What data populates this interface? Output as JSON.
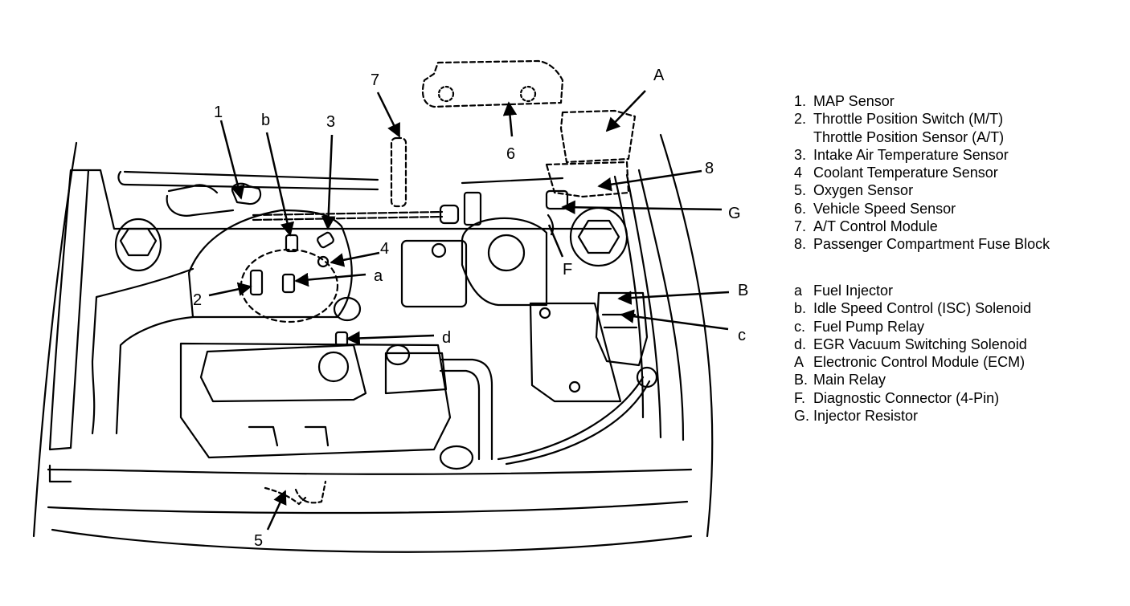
{
  "diagram": {
    "subject": "Engine compartment component locator",
    "callouts": {
      "c1": "1",
      "c2": "2",
      "c3": "3",
      "c4": "4",
      "c5": "5",
      "c6": "6",
      "c7": "7",
      "c8": "8",
      "ca": "a",
      "cb": "b",
      "cc": "c",
      "cd": "d",
      "cA": "A",
      "cB": "B",
      "cF": "F",
      "cG": "G"
    }
  },
  "legend": {
    "numbered": [
      {
        "key": "1.",
        "label": "MAP Sensor"
      },
      {
        "key": "2.",
        "label": "Throttle Position Switch (M/T)",
        "sub": "Throttle Position Sensor (A/T)"
      },
      {
        "key": "3.",
        "label": "Intake Air Temperature Sensor"
      },
      {
        "key": "4",
        "label": "Coolant Temperature Sensor"
      },
      {
        "key": "5.",
        "label": "Oxygen Sensor"
      },
      {
        "key": "6.",
        "label": "Vehicle Speed Sensor"
      },
      {
        "key": "7.",
        "label": "A/T Control Module"
      },
      {
        "key": "8.",
        "label": "Passenger Compartment Fuse Block"
      }
    ],
    "lettered": [
      {
        "key": "a",
        "label": "Fuel Injector"
      },
      {
        "key": "b.",
        "label": "Idle Speed Control (ISC) Solenoid"
      },
      {
        "key": "c.",
        "label": "Fuel Pump Relay"
      },
      {
        "key": "d.",
        "label": "EGR Vacuum Switching Solenoid"
      },
      {
        "key": "A",
        "label": "Electronic Control Module (ECM)"
      },
      {
        "key": "B.",
        "label": "Main Relay"
      },
      {
        "key": "F.",
        "label": "Diagnostic Connector (4-Pin)"
      },
      {
        "key": "G.",
        "label": "Injector Resistor"
      }
    ]
  }
}
